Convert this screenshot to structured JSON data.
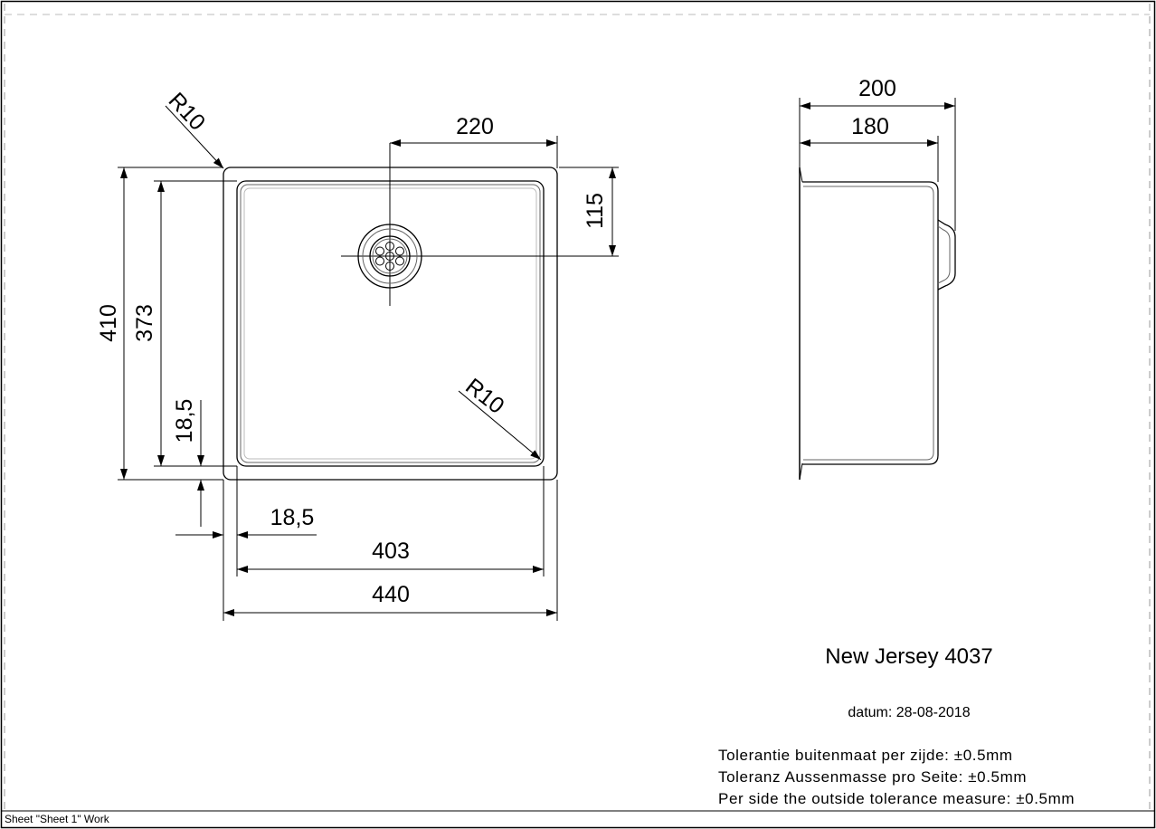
{
  "top_view": {
    "radius_top": "R10",
    "radius_inner": "R10",
    "dim_drain_offset_x": "220",
    "dim_drain_offset_y": "115",
    "dim_outer_depth": "410",
    "dim_inner_depth": "373",
    "dim_rim_vertical": "18,5",
    "dim_rim_horizontal": "18,5",
    "dim_inner_width": "403",
    "dim_outer_width": "440"
  },
  "side_view": {
    "dim_outer_height": "200",
    "dim_inner_height": "180"
  },
  "title_block": {
    "product_name": "New Jersey 4037",
    "date": "datum: 28-08-2018",
    "tolerance_nl": "Tolerantie buitenmaat per zijde: ±0.5mm",
    "tolerance_de": "Toleranz Aussenmasse pro Seite: ±0.5mm",
    "tolerance_en": "Per side the outside tolerance measure: ±0.5mm"
  },
  "footer": {
    "sheet_label": "Sheet \"Sheet 1\" Work"
  }
}
